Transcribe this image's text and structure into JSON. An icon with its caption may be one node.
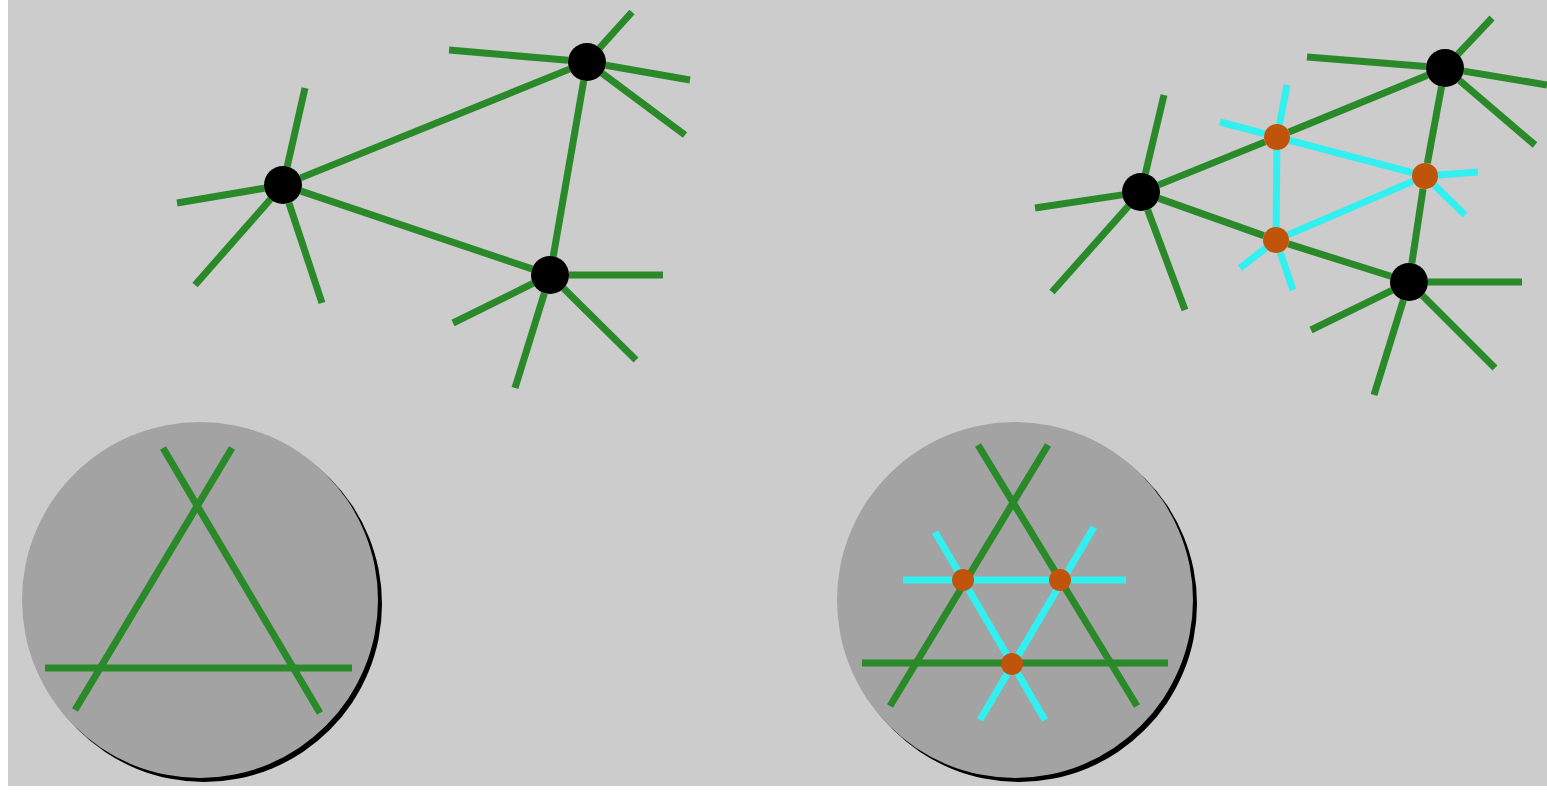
{
  "diagram": {
    "nodes": [
      {
        "text": [],
        "shape": "circle"
      },
      {
        "text": [],
        "shape": "circle"
      },
      {
        "text": [],
        "shape": "circle"
      },
      {
        "text": [],
        "shape": "circle"
      },
      {
        "text": [],
        "shape": "circle"
      },
      {
        "text": [],
        "shape": "circle"
      },
      {
        "text": [],
        "shape": "circle"
      },
      {
        "text": [],
        "shape": "circle"
      },
      {
        "text": [],
        "shape": "circle"
      }
    ],
    "edges": [
      {
        "from": 0,
        "to": 1,
        "arrow": "none"
      },
      {
        "from": 0,
        "to": 2,
        "arrow": "none"
      },
      {
        "from": 1,
        "to": 2,
        "arrow": "none"
      },
      {
        "from": 0,
        "to": null,
        "arrow": "none"
      },
      {
        "from": 0,
        "to": null,
        "arrow": "none"
      },
      {
        "from": 0,
        "to": null,
        "arrow": "none"
      },
      {
        "from": 0,
        "to": null,
        "arrow": "none"
      },
      {
        "from": 1,
        "to": null,
        "arrow": "none"
      },
      {
        "from": 1,
        "to": null,
        "arrow": "none"
      },
      {
        "from": 1,
        "to": null,
        "arrow": "none"
      },
      {
        "from": 1,
        "to": null,
        "arrow": "none"
      },
      {
        "from": 2,
        "to": null,
        "arrow": "none"
      },
      {
        "from": 2,
        "to": null,
        "arrow": "none"
      },
      {
        "from": 2,
        "to": null,
        "arrow": "none"
      },
      {
        "from": 2,
        "to": null,
        "arrow": "none"
      },
      {
        "from": 3,
        "to": 6,
        "arrow": "none"
      },
      {
        "from": 6,
        "to": 4,
        "arrow": "none"
      },
      {
        "from": 3,
        "to": 8,
        "arrow": "none"
      },
      {
        "from": 8,
        "to": 5,
        "arrow": "none"
      },
      {
        "from": 4,
        "to": 7,
        "arrow": "none"
      },
      {
        "from": 7,
        "to": 5,
        "arrow": "none"
      },
      {
        "from": 3,
        "to": null,
        "arrow": "none"
      },
      {
        "from": 3,
        "to": null,
        "arrow": "none"
      },
      {
        "from": 3,
        "to": null,
        "arrow": "none"
      },
      {
        "from": 3,
        "to": null,
        "arrow": "none"
      },
      {
        "from": 4,
        "to": null,
        "arrow": "none"
      },
      {
        "from": 4,
        "to": null,
        "arrow": "none"
      },
      {
        "from": 4,
        "to": null,
        "arrow": "none"
      },
      {
        "from": 4,
        "to": null,
        "arrow": "none"
      },
      {
        "from": 5,
        "to": null,
        "arrow": "none"
      },
      {
        "from": 5,
        "to": null,
        "arrow": "none"
      },
      {
        "from": 5,
        "to": null,
        "arrow": "none"
      },
      {
        "from": 5,
        "to": null,
        "arrow": "none"
      },
      {
        "from": 6,
        "to": 7,
        "arrow": "none",
        "color": "#33f0f0"
      },
      {
        "from": 6,
        "to": 8,
        "arrow": "none",
        "color": "#33f0f0"
      },
      {
        "from": 8,
        "to": 7,
        "arrow": "none",
        "color": "#33f0f0"
      },
      {
        "from": 6,
        "to": null,
        "arrow": "none",
        "color": "#33f0f0"
      },
      {
        "from": 6,
        "to": null,
        "arrow": "none",
        "color": "#33f0f0"
      },
      {
        "from": 7,
        "to": null,
        "arrow": "none",
        "color": "#33f0f0"
      },
      {
        "from": 7,
        "to": null,
        "arrow": "none",
        "color": "#33f0f0"
      },
      {
        "from": 8,
        "to": null,
        "arrow": "none",
        "color": "#33f0f0"
      },
      {
        "from": 8,
        "to": null,
        "arrow": "none",
        "color": "#33f0f0"
      }
    ]
  }
}
